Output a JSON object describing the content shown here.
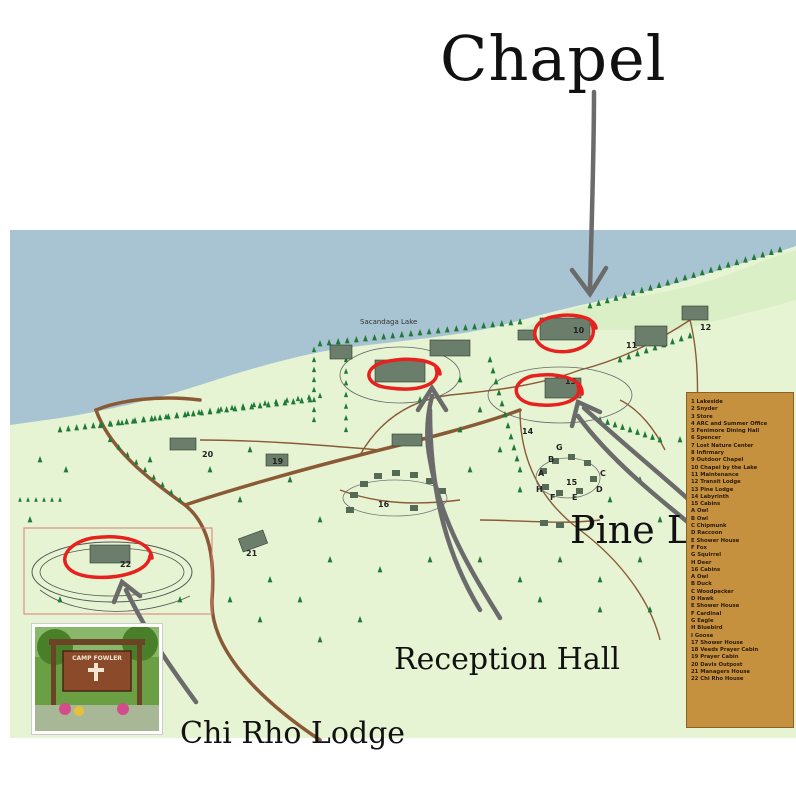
{
  "callouts": {
    "chapel": "Chapel",
    "pine_lodge": "Pine Lodge",
    "reception_hall": "Reception Hall",
    "chi_rho_lodge": "Chi Rho Lodge"
  },
  "map_labels": {
    "lake": "Sacandaga Lake",
    "sign_text": "CAMP FOWLER"
  },
  "building_numbers": [
    "10",
    "11",
    "12",
    "13",
    "14",
    "15",
    "16",
    "19",
    "20",
    "21",
    "22",
    "A",
    "B",
    "C",
    "D",
    "E",
    "F",
    "G",
    "H"
  ],
  "legend": [
    "1  Lakeside",
    "2  Snyder",
    "3  Store",
    "4  ARC and Summer Office",
    "5  Fenimore Dining Hall",
    "6  Spencer",
    "7  Lost Nature Center",
    "8  Infirmary",
    "9  Outdoor Chapel",
    "10 Chapel by the Lake",
    "11 Maintenance",
    "12 Transit Lodge",
    "13 Pine Lodge",
    "14 Labyrinth",
    "15 Cabins",
    "A Owl",
    "B Owl",
    "C Chipmunk",
    "D Raccoon",
    "E Shower House",
    "F Fox",
    "G Squirrel",
    "H Deer",
    "16 Cabins",
    "A Owl",
    "B Duck",
    "C Woodpecker",
    "D Hawk",
    "E Shower House",
    "F Cardinal",
    "G Eagle",
    "H Bluebird",
    "I Goose",
    "17 Shower House",
    "18 Veeds Prayer Cabin",
    "19 Prayer Cabin",
    "20 Davis Outpost",
    "21 Managers House",
    "22 Chi Rho House"
  ],
  "colors": {
    "water": "#a8c4d2",
    "land": "#e6f4d3",
    "road": "#8a5a36",
    "tree": "#1f7a38",
    "circle": "#e8211f",
    "arrow": "#6b6b6b",
    "legend_bg": "#c6913f"
  }
}
